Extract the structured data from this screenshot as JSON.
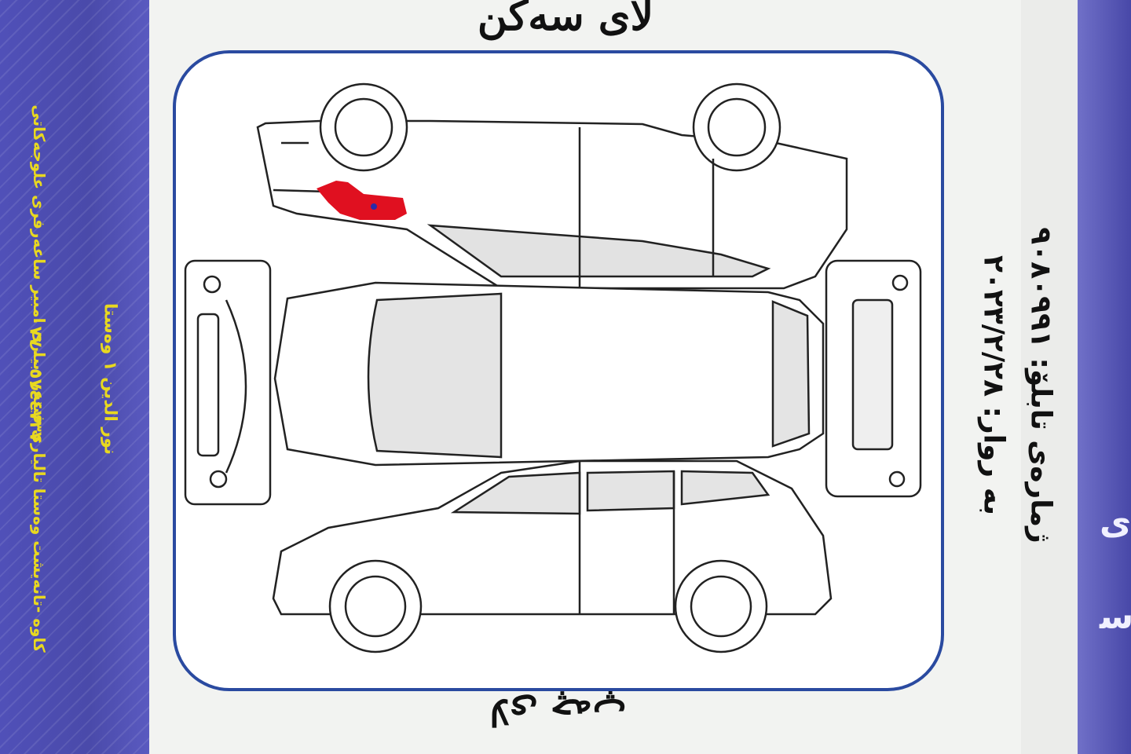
{
  "top_title": "لای سەکن",
  "bottom_title": "لای چەپ",
  "phone_line": "ژمارەی تابلۆ: ٩٠٨٠٩٩١",
  "date_line": "بە روار: ٢٠٢٣/٢/٢٨",
  "left_band": {
    "line1": "٠٧٧٠٠٥٧٤٤٧٣٧",
    "line2": "کاوە -تانەیشت وەستا تالیاری فیتەر -بیاری امبیر ساعەرفری علوجەکاتی",
    "line3": "نور الدین ١   وەستا"
  },
  "colors": {
    "band": "#4a4aaa",
    "band_text": "#e8d820",
    "frame_border": "#2a4aa0",
    "damage_mark": "#e01020",
    "damage_dot": "#2a2aa8"
  }
}
